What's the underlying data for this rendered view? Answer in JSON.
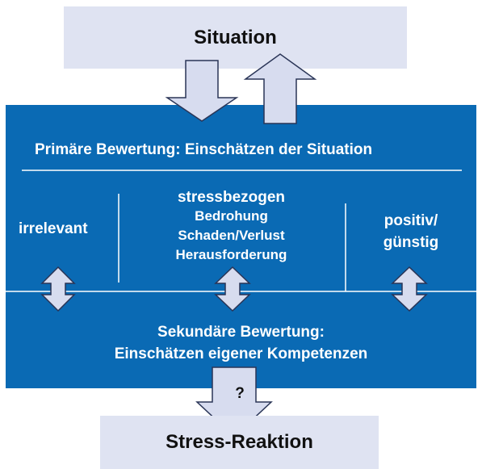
{
  "situation": "Situation",
  "primary": {
    "title": "Primäre Bewertung: Einschätzen der Situation"
  },
  "categories": {
    "irrelevant": "irrelevant",
    "stress": {
      "heading": "stressbezogen",
      "items": [
        "Bedrohung",
        "Schaden/Verlust",
        "Herausforderung"
      ]
    },
    "positive": [
      "positiv/",
      "günstig"
    ]
  },
  "secondary": {
    "line1": "Sekundäre Bewertung:",
    "line2": "Einschätzen eigener Kompetenzen"
  },
  "question": "?",
  "reaction": "Stress-Reaktion",
  "colors": {
    "panel": "#0a6ab4",
    "light_box": "#dfe3f2",
    "arrow_fill": "#d7dcef"
  }
}
